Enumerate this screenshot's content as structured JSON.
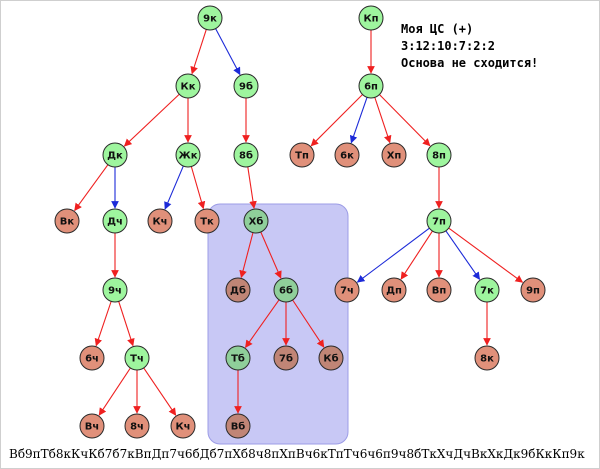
{
  "info": {
    "line1": "Моя ЦС (+)",
    "line2": "3:12:10:7:2:2",
    "line3": "Основа не сходится!"
  },
  "colors": {
    "green_node": "#9ef59e",
    "red_node": "#e0907a",
    "highlight_fill": "#c8c8f5",
    "highlight_stroke": "#9c9ce6",
    "red_edge": "#ef2020",
    "blue_edge": "#1c2ad8"
  },
  "nodes": [
    {
      "id": "9k",
      "label": "9к",
      "type": "green",
      "shaded": false
    },
    {
      "id": "Kk",
      "label": "Кк",
      "type": "green",
      "shaded": false
    },
    {
      "id": "9b",
      "label": "9б",
      "type": "green",
      "shaded": false
    },
    {
      "id": "Dk",
      "label": "Дк",
      "type": "green",
      "shaded": false
    },
    {
      "id": "Zhk",
      "label": "Жк",
      "type": "green",
      "shaded": false
    },
    {
      "id": "8b",
      "label": "8б",
      "type": "green",
      "shaded": false
    },
    {
      "id": "Vk",
      "label": "Вк",
      "type": "red",
      "shaded": false
    },
    {
      "id": "Dch",
      "label": "Дч",
      "type": "green",
      "shaded": false
    },
    {
      "id": "Kch",
      "label": "Кч",
      "type": "red",
      "shaded": false
    },
    {
      "id": "Tk",
      "label": "Тк",
      "type": "red",
      "shaded": false
    },
    {
      "id": "Hb",
      "label": "Хб",
      "type": "green",
      "shaded": true
    },
    {
      "id": "9ch",
      "label": "9ч",
      "type": "green",
      "shaded": false
    },
    {
      "id": "Db",
      "label": "Дб",
      "type": "red",
      "shaded": true
    },
    {
      "id": "6b",
      "label": "6б",
      "type": "green",
      "shaded": true
    },
    {
      "id": "6ch",
      "label": "6ч",
      "type": "red",
      "shaded": false
    },
    {
      "id": "Tch",
      "label": "Тч",
      "type": "green",
      "shaded": false
    },
    {
      "id": "Tb",
      "label": "Тб",
      "type": "green",
      "shaded": true
    },
    {
      "id": "7b",
      "label": "7б",
      "type": "red",
      "shaded": true
    },
    {
      "id": "Kb",
      "label": "Кб",
      "type": "red",
      "shaded": true
    },
    {
      "id": "Vch",
      "label": "Вч",
      "type": "red",
      "shaded": false
    },
    {
      "id": "8ch",
      "label": "8ч",
      "type": "red",
      "shaded": false
    },
    {
      "id": "Kch2",
      "label": "Кч",
      "type": "red",
      "shaded": false
    },
    {
      "id": "Vb",
      "label": "Вб",
      "type": "red",
      "shaded": true
    },
    {
      "id": "Kp",
      "label": "Кп",
      "type": "green",
      "shaded": false
    },
    {
      "id": "6p",
      "label": "6п",
      "type": "green",
      "shaded": false
    },
    {
      "id": "Tp",
      "label": "Тп",
      "type": "red",
      "shaded": false
    },
    {
      "id": "6k",
      "label": "6к",
      "type": "red",
      "shaded": false
    },
    {
      "id": "Hp",
      "label": "Хп",
      "type": "red",
      "shaded": false
    },
    {
      "id": "8p",
      "label": "8п",
      "type": "green",
      "shaded": false
    },
    {
      "id": "7p",
      "label": "7п",
      "type": "green",
      "shaded": false
    },
    {
      "id": "7ch",
      "label": "7ч",
      "type": "red",
      "shaded": false
    },
    {
      "id": "Dp",
      "label": "Дп",
      "type": "red",
      "shaded": false
    },
    {
      "id": "Vp",
      "label": "Вп",
      "type": "red",
      "shaded": false
    },
    {
      "id": "7k",
      "label": "7к",
      "type": "green",
      "shaded": false
    },
    {
      "id": "9p",
      "label": "9п",
      "type": "red",
      "shaded": false
    },
    {
      "id": "8k",
      "label": "8к",
      "type": "red",
      "shaded": false
    }
  ],
  "edges": [
    {
      "from": "9k",
      "to": "Kk",
      "color": "red"
    },
    {
      "from": "9k",
      "to": "9b",
      "color": "blue"
    },
    {
      "from": "Kk",
      "to": "Dk",
      "color": "red"
    },
    {
      "from": "Kk",
      "to": "Zhk",
      "color": "red"
    },
    {
      "from": "9b",
      "to": "8b",
      "color": "red"
    },
    {
      "from": "Dk",
      "to": "Vk",
      "color": "red"
    },
    {
      "from": "Dk",
      "to": "Dch",
      "color": "blue"
    },
    {
      "from": "Zhk",
      "to": "Kch",
      "color": "blue"
    },
    {
      "from": "Zhk",
      "to": "Tk",
      "color": "red"
    },
    {
      "from": "8b",
      "to": "Hb",
      "color": "red"
    },
    {
      "from": "Dch",
      "to": "9ch",
      "color": "red"
    },
    {
      "from": "Hb",
      "to": "Db",
      "color": "red"
    },
    {
      "from": "Hb",
      "to": "6b",
      "color": "red"
    },
    {
      "from": "9ch",
      "to": "6ch",
      "color": "red"
    },
    {
      "from": "9ch",
      "to": "Tch",
      "color": "red"
    },
    {
      "from": "6b",
      "to": "Tb",
      "color": "red"
    },
    {
      "from": "6b",
      "to": "7b",
      "color": "red"
    },
    {
      "from": "6b",
      "to": "Kb",
      "color": "red"
    },
    {
      "from": "Tch",
      "to": "Vch",
      "color": "red"
    },
    {
      "from": "Tch",
      "to": "8ch",
      "color": "red"
    },
    {
      "from": "Tch",
      "to": "Kch2",
      "color": "red"
    },
    {
      "from": "Tb",
      "to": "Vb",
      "color": "red"
    },
    {
      "from": "Kp",
      "to": "6p",
      "color": "red"
    },
    {
      "from": "6p",
      "to": "Tp",
      "color": "red"
    },
    {
      "from": "6p",
      "to": "6k",
      "color": "blue"
    },
    {
      "from": "6p",
      "to": "Hp",
      "color": "red"
    },
    {
      "from": "6p",
      "to": "8p",
      "color": "red"
    },
    {
      "from": "8p",
      "to": "7p",
      "color": "red"
    },
    {
      "from": "7p",
      "to": "7ch",
      "color": "blue"
    },
    {
      "from": "7p",
      "to": "Dp",
      "color": "red"
    },
    {
      "from": "7p",
      "to": "Vp",
      "color": "red"
    },
    {
      "from": "7p",
      "to": "7k",
      "color": "blue"
    },
    {
      "from": "7p",
      "to": "9p",
      "color": "red"
    },
    {
      "from": "7k",
      "to": "8k",
      "color": "red"
    }
  ],
  "footer": "Вб9пТб8кКчКб7б7кВпДп7ч6бДб7пХб8ч8пХпВч6кТпТч6ч6п9ч8бТкХчДчВкХкДк9бКкКп9к"
}
